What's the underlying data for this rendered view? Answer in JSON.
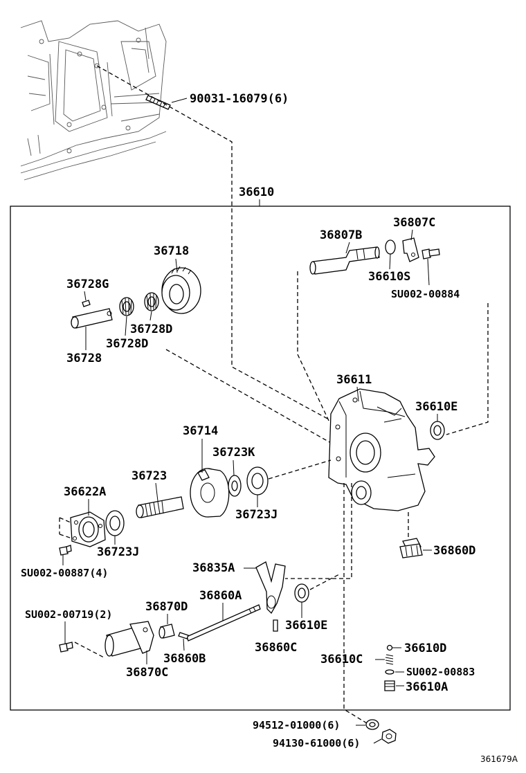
{
  "diagram": {
    "assembly_label": "36610",
    "figure_number": "361679A",
    "parts": {
      "p90031": "90031-16079(6)",
      "p36807B": "36807B",
      "p36807C": "36807C",
      "p36610S": "36610S",
      "pSU884": "SU002-00884",
      "p36718": "36718",
      "p36728G": "36728G",
      "p36728D_a": "36728D",
      "p36728D_b": "36728D",
      "p36728": "36728",
      "p36611": "36611",
      "p36610E_a": "36610E",
      "p36714": "36714",
      "p36723K": "36723K",
      "p36723": "36723",
      "p36622A": "36622A",
      "p36723J_a": "36723J",
      "p36723J_b": "36723J",
      "p36860D": "36860D",
      "pSU887": "SU002-00887(4)",
      "p36835A": "36835A",
      "p36860A": "36860A",
      "pSU719": "SU002-00719(2)",
      "p36870D": "36870D",
      "p36610E_b": "36610E",
      "p36860C": "36860C",
      "p36860B": "36860B",
      "p36870C": "36870C",
      "p36610D": "36610D",
      "p36610C": "36610C",
      "pSU883": "SU002-00883",
      "p36610A": "36610A",
      "p94512": "94512-01000(6)",
      "p94130": "94130-61000(6)"
    }
  }
}
